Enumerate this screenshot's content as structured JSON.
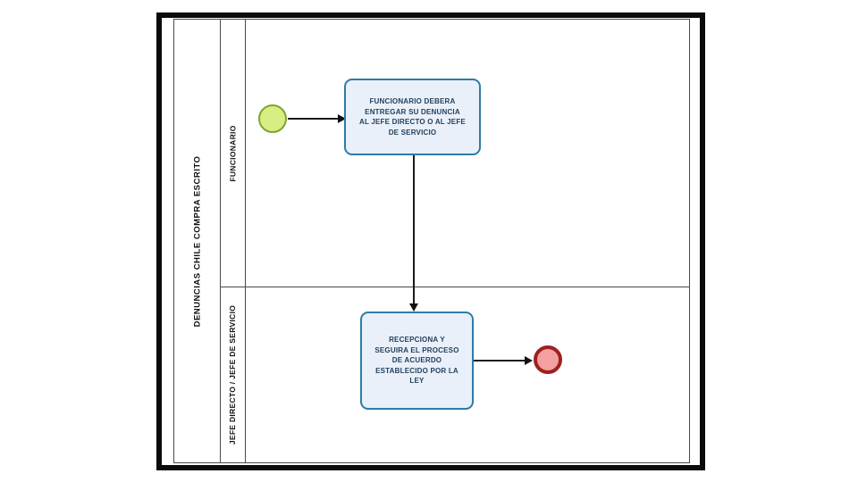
{
  "pool": {
    "label": "DENUNCIAS CHILE COMPRA ESCRITO"
  },
  "lanes": [
    {
      "label": "FUNCIONARIO"
    },
    {
      "label": "JEFE DIRECTO / JEFE DE SERVICIO"
    }
  ],
  "tasks": [
    {
      "name": "task-entregar-denuncia",
      "lines": [
        "FUNCIONARIO DEBERA",
        "ENTREGAR SU DENUNCIA",
        "AL JEFE DIRECTO O AL JEFE",
        "DE SERVICIO"
      ]
    },
    {
      "name": "task-recepciona-proceso",
      "lines": [
        "RECEPCIONA Y",
        "SEGUIRA EL PROCESO",
        "DE ACUERDO",
        "ESTABLECIDO POR LA",
        "LEY"
      ]
    }
  ],
  "events": [
    {
      "name": "start-event",
      "type": "start",
      "fill": "#d8ee82",
      "stroke": "#82a232"
    },
    {
      "name": "end-event",
      "type": "end",
      "fill": "#f2a0a0",
      "stroke": "#9e2020"
    }
  ],
  "colors": {
    "task_fill": "#e9f0f9",
    "task_border": "#2d7ca8",
    "task_text": "#24415e",
    "flow_line": "#1a1a1a"
  }
}
